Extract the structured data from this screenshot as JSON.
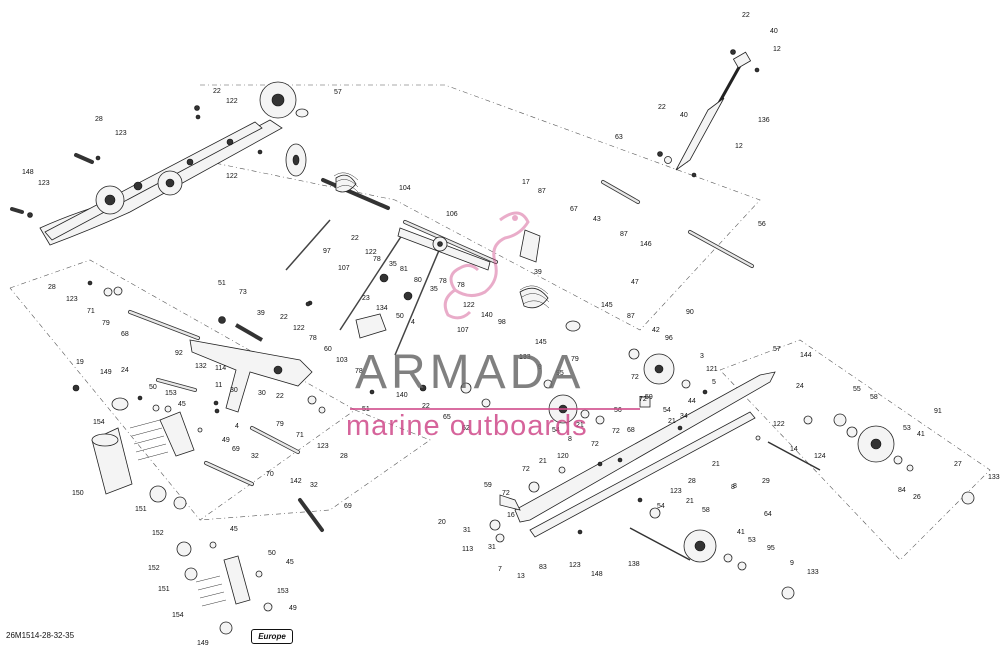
{
  "watermark": {
    "title": "ARMADA",
    "subtitle": "marine outboards",
    "logo": "armada-seahorse-logo",
    "accent_color": "#d04a8a"
  },
  "reference_code": "26M1514-28-32-35",
  "region_badge": "Europe",
  "callouts": [
    "22",
    "40",
    "12",
    "136",
    "22",
    "40",
    "12",
    "57",
    "22",
    "122",
    "28",
    "123",
    "122",
    "148",
    "123",
    "104",
    "63",
    "17",
    "87",
    "67",
    "43",
    "87",
    "146",
    "47",
    "56",
    "106",
    "22",
    "122",
    "97",
    "78",
    "107",
    "35",
    "81",
    "78",
    "80",
    "35",
    "39",
    "78",
    "28",
    "123",
    "71",
    "79",
    "68",
    "51",
    "73",
    "39",
    "22",
    "122",
    "23",
    "134",
    "50",
    "4",
    "122",
    "145",
    "107",
    "140",
    "98",
    "145",
    "78",
    "60",
    "103",
    "92",
    "114",
    "78",
    "140",
    "132",
    "149",
    "24",
    "50",
    "153",
    "45",
    "11",
    "30",
    "30",
    "4",
    "22",
    "79",
    "71",
    "123",
    "28",
    "87",
    "42",
    "96",
    "90",
    "3",
    "121",
    "5",
    "44",
    "57",
    "144",
    "24",
    "55",
    "58",
    "91",
    "53",
    "41",
    "84",
    "26",
    "27",
    "133",
    "19",
    "154",
    "150",
    "151",
    "152",
    "49",
    "69",
    "32",
    "70",
    "142",
    "32",
    "69",
    "62",
    "65",
    "51",
    "22",
    "133",
    "9",
    "95",
    "72",
    "59",
    "56",
    "68",
    "54",
    "72",
    "21",
    "34",
    "122",
    "14",
    "124",
    "29",
    "120",
    "21",
    "72",
    "59",
    "72",
    "21",
    "28",
    "123",
    "8",
    "54",
    "58",
    "64",
    "41",
    "53",
    "95",
    "9",
    "133",
    "138",
    "20",
    "31",
    "113",
    "31",
    "7",
    "13",
    "16",
    "83",
    "123",
    "148",
    "45",
    "50",
    "45",
    "152",
    "151",
    "153",
    "154",
    "49",
    "149",
    "79",
    "54",
    "21",
    "8",
    "8",
    "21",
    "72",
    "72"
  ]
}
